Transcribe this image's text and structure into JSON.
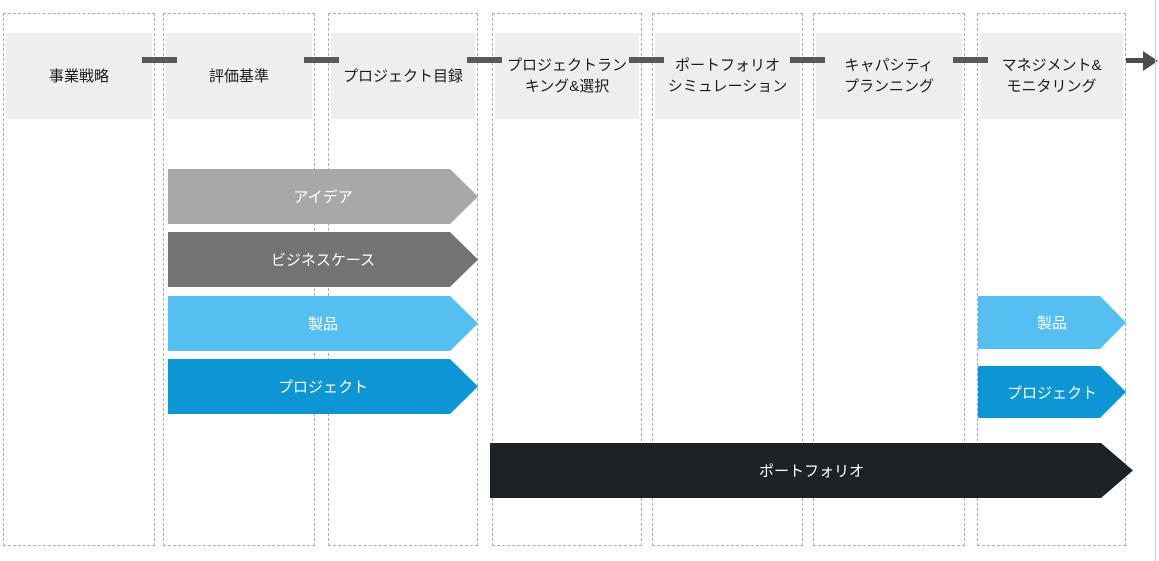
{
  "diagram": {
    "title": "project-portfolio-process-flow",
    "stages": [
      {
        "label": "事業戦略"
      },
      {
        "label": "評価基準"
      },
      {
        "label": "プロジェクト目録"
      },
      {
        "label": "プロジェクトラン\nキング&選択"
      },
      {
        "label": "ポートフォリオ\nシミュレーション"
      },
      {
        "label": "キャパシティ\nプランニング"
      },
      {
        "label": "マネジメント&\nモニタリング"
      }
    ],
    "arrows": {
      "idea": {
        "label": "アイデア",
        "color": "#a8a8a8"
      },
      "business_case": {
        "label": "ビジネスケース",
        "color": "#737373"
      },
      "product_left": {
        "label": "製品",
        "color": "#54bff0"
      },
      "project_left": {
        "label": "プロジェクト",
        "color": "#0e95d3"
      },
      "product_right": {
        "label": "製品",
        "color": "#54bff0"
      },
      "project_right": {
        "label": "プロジェクト",
        "color": "#0e95d3"
      },
      "portfolio": {
        "label": "ポートフォリオ",
        "color": "#1e2126"
      }
    },
    "colors": {
      "stage_header_bg": "#eeeeee",
      "stage_header_text": "#1a1a1a",
      "lane_border": "#ababab",
      "connector": "#595959",
      "end_arrow": "#4d4d4d",
      "arrow_text": "#ffffff"
    }
  }
}
